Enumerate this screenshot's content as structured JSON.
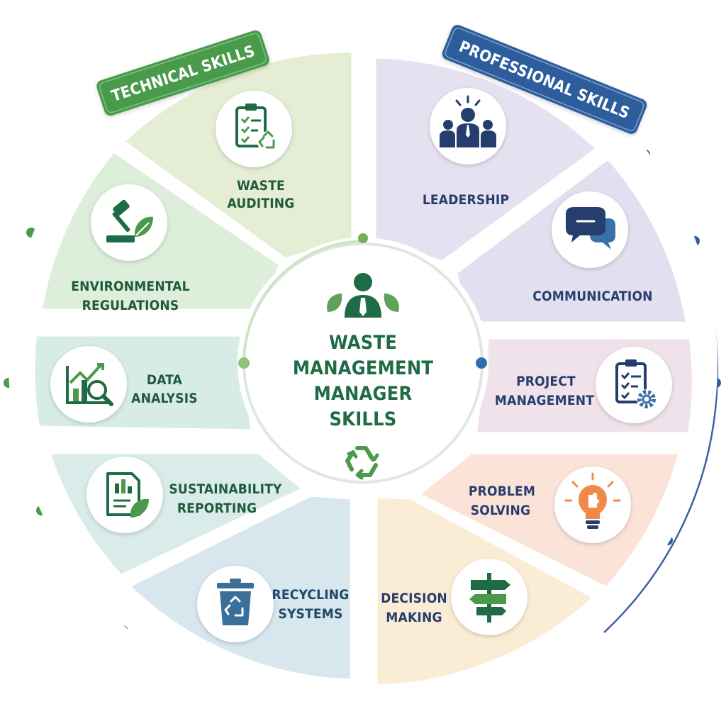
{
  "center": {
    "title_lines": [
      "WASTE",
      "MANAGEMENT",
      "MANAGER",
      "SKILLS"
    ]
  },
  "banners": {
    "technical": "TECHNICAL SKILLS",
    "professional": "PROFESSIONAL SKILLS"
  },
  "colors": {
    "technical": "#4a9a4c",
    "professional": "#2f5d9c",
    "icon_green": "#2e7d4f",
    "icon_navy": "#263e6e",
    "icon_orange": "#f08a4b"
  },
  "skills": {
    "technical": [
      {
        "id": "waste-auditing",
        "lines": [
          "WASTE",
          "AUDITING"
        ],
        "icon": "clipboard-recycle-icon"
      },
      {
        "id": "environmental-regulations",
        "lines": [
          "ENVIRONMENTAL",
          "REGULATIONS"
        ],
        "icon": "gavel-leaf-icon"
      },
      {
        "id": "data-analysis",
        "lines": [
          "DATA",
          "ANALYSIS"
        ],
        "icon": "chart-magnifier-icon"
      },
      {
        "id": "sustainability-reporting",
        "lines": [
          "SUSTAINABILITY",
          "REPORTING"
        ],
        "icon": "report-leaf-icon"
      },
      {
        "id": "recycling-systems",
        "lines": [
          "RECYCLING",
          "SYSTEMS"
        ],
        "icon": "recycle-bin-icon"
      }
    ],
    "professional": [
      {
        "id": "leadership",
        "lines": [
          "LEADERSHIP"
        ],
        "icon": "team-leader-icon"
      },
      {
        "id": "communication",
        "lines": [
          "COMMUNICATION"
        ],
        "icon": "chat-bubbles-icon"
      },
      {
        "id": "project-management",
        "lines": [
          "PROJECT",
          "MANAGEMENT"
        ],
        "icon": "clipboard-gear-icon"
      },
      {
        "id": "problem-solving",
        "lines": [
          "PROBLEM",
          "SOLVING"
        ],
        "icon": "lightbulb-puzzle-icon"
      },
      {
        "id": "decision-making",
        "lines": [
          "DECISION",
          "MAKING"
        ],
        "icon": "signpost-icon"
      }
    ]
  }
}
